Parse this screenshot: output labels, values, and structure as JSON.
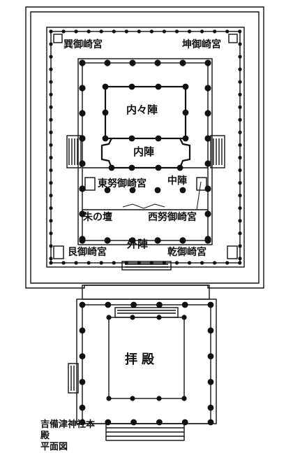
{
  "labels": {
    "nw_shrine": "巽御崎宮",
    "ne_shrine": "坤御崎宮",
    "inner_inner": "内々陣",
    "inner": "内陣",
    "east_shrine": "東努御崎宮",
    "middle": "中陣",
    "shu_no_dan": "朱の壇",
    "west_shrine": "西努御崎宮",
    "outer": "外陣",
    "sw_shrine": "艮御崎宮",
    "se_shrine": "乾御崎宮",
    "worship_hall": "拝殿",
    "caption_line1": "吉備津神社本殿",
    "caption_line2": "平面図"
  },
  "colors": {
    "ink": "#111111",
    "paper": "#ffffff"
  }
}
